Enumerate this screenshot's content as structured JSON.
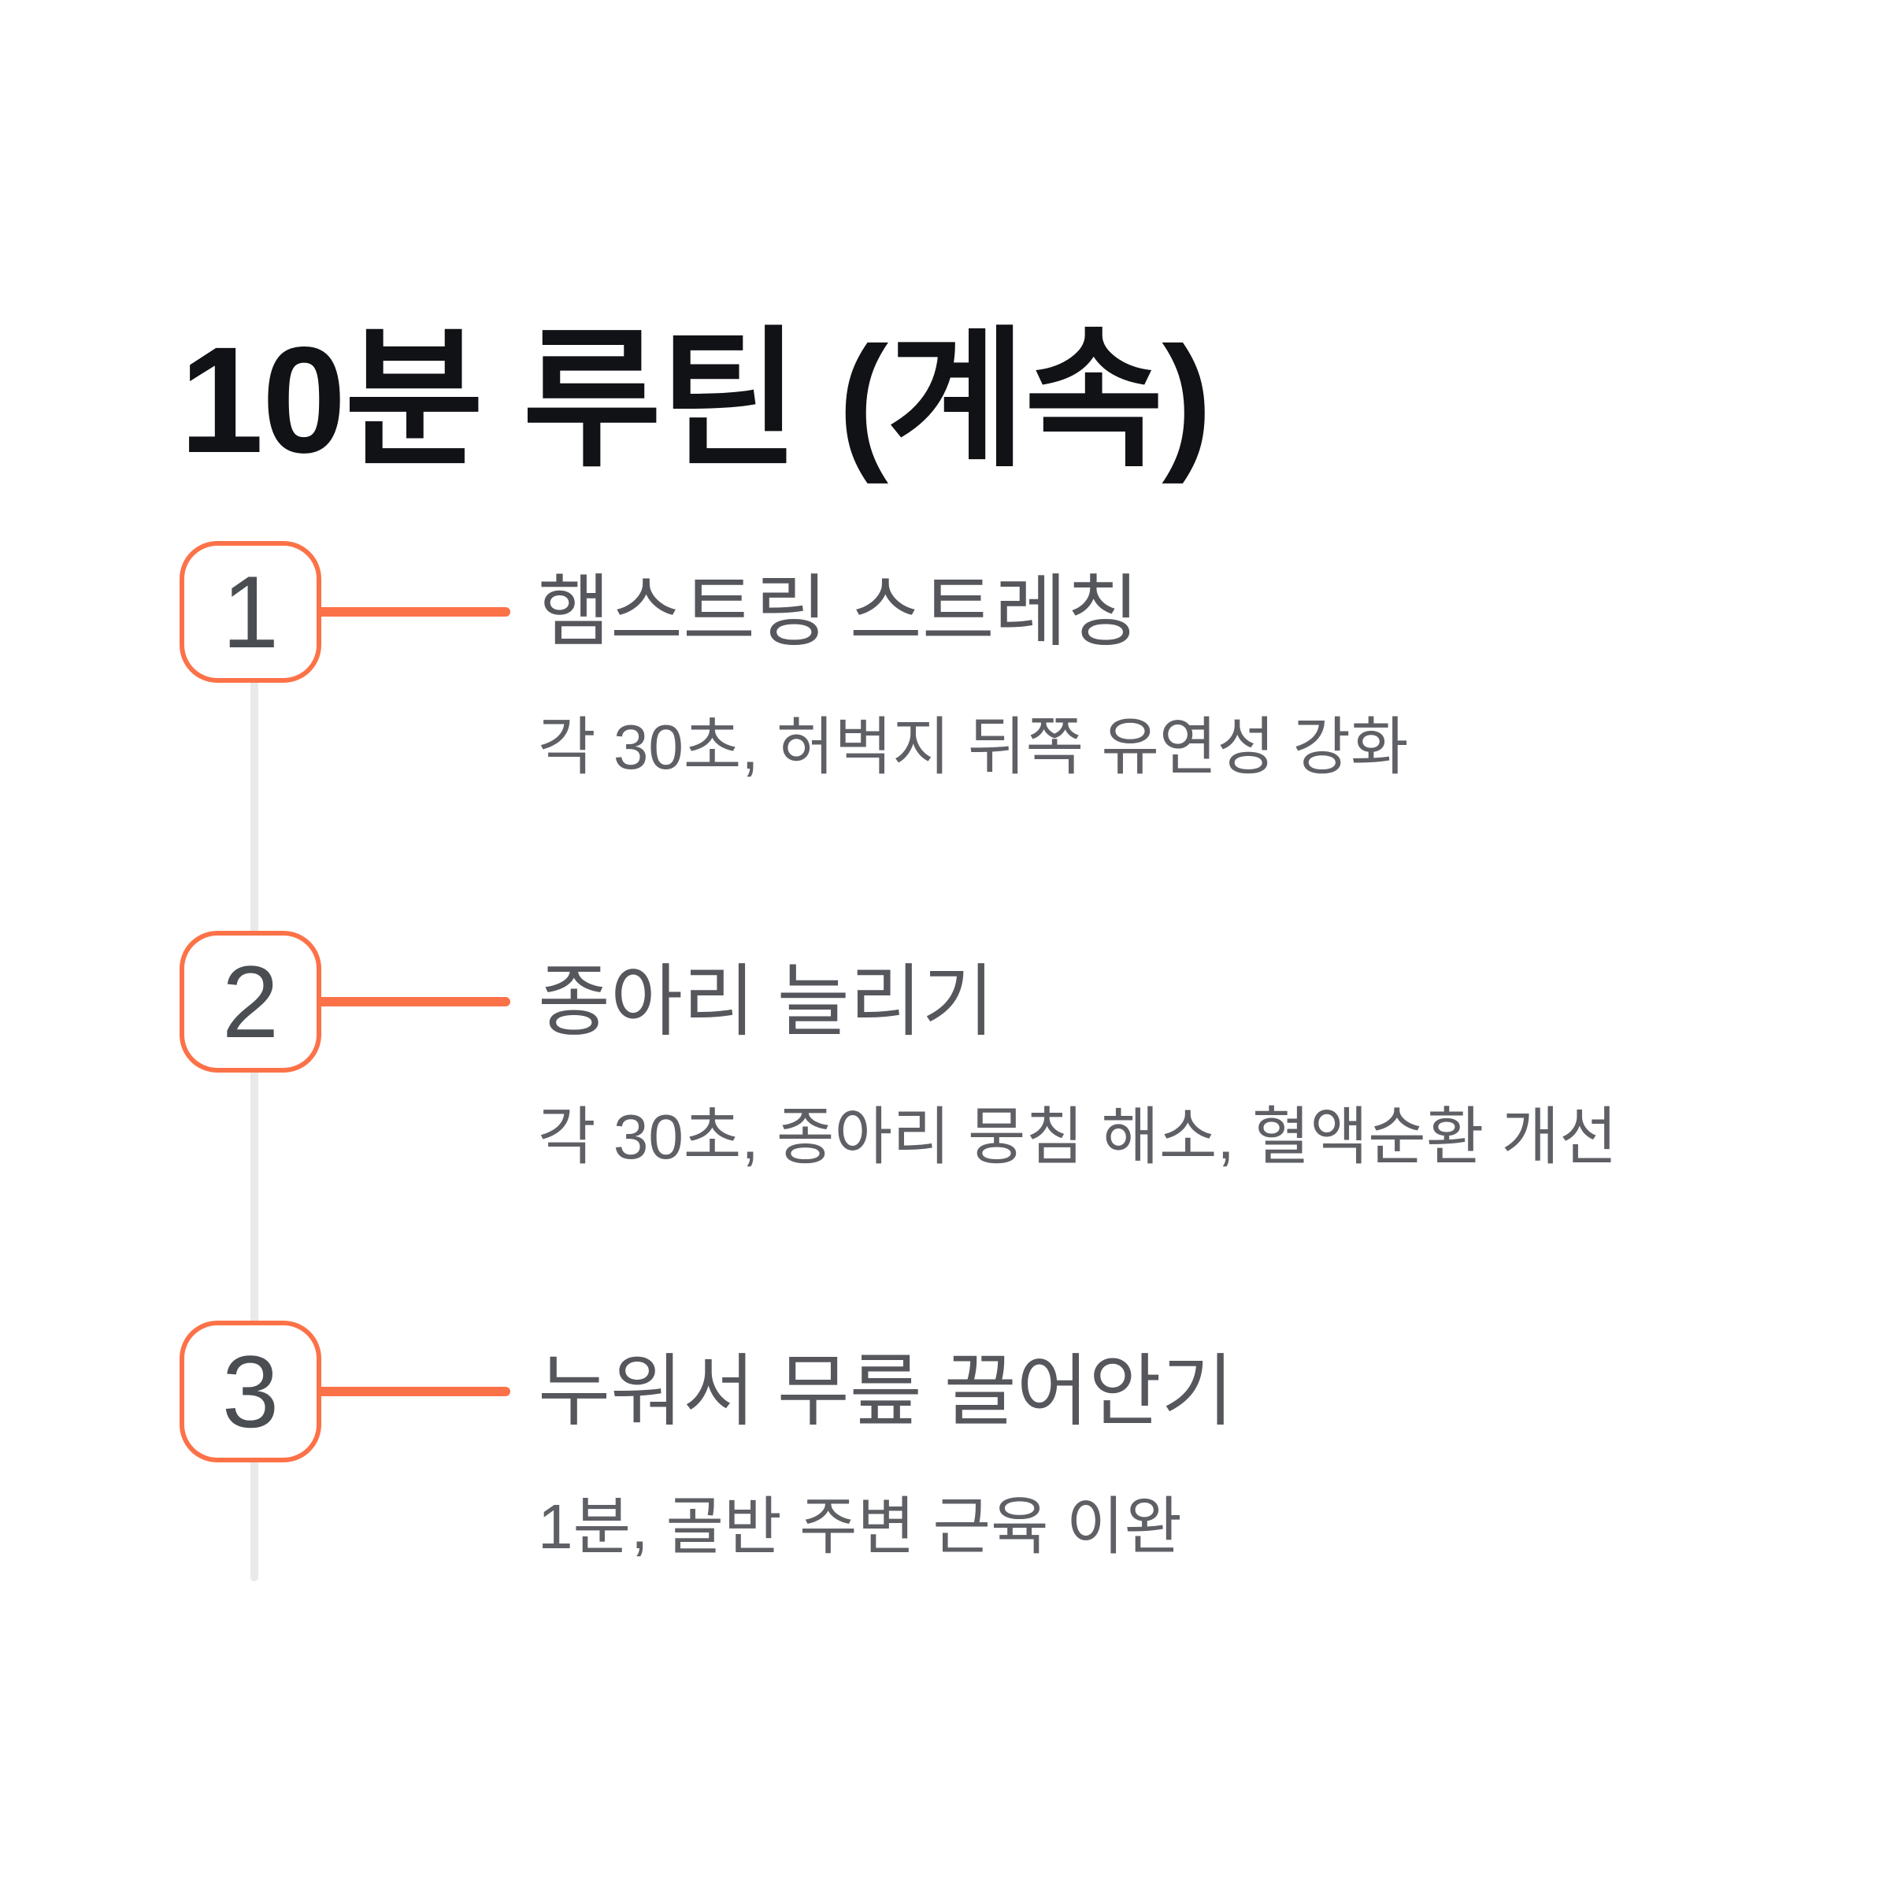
{
  "page": {
    "title": "10분 루틴 (계속)"
  },
  "colors": {
    "accent": "#FC7248",
    "timeline": "#E9E9EB",
    "title_text": "#111215",
    "step_title_text": "#55575C",
    "step_subtitle_text": "#5E6065",
    "badge_number_text": "#4A4D52",
    "background": "#FFFFFF"
  },
  "steps": [
    {
      "number": "1",
      "title": "햄스트링 스트레칭",
      "subtitle": "각 30초, 허벅지 뒤쪽 유연성 강화"
    },
    {
      "number": "2",
      "title": "종아리 늘리기",
      "subtitle": "각 30초, 종아리 뭉침 해소, 혈액순환 개선"
    },
    {
      "number": "3",
      "title": "누워서 무릎 끌어안기",
      "subtitle": "1분, 골반 주변 근육 이완"
    }
  ]
}
